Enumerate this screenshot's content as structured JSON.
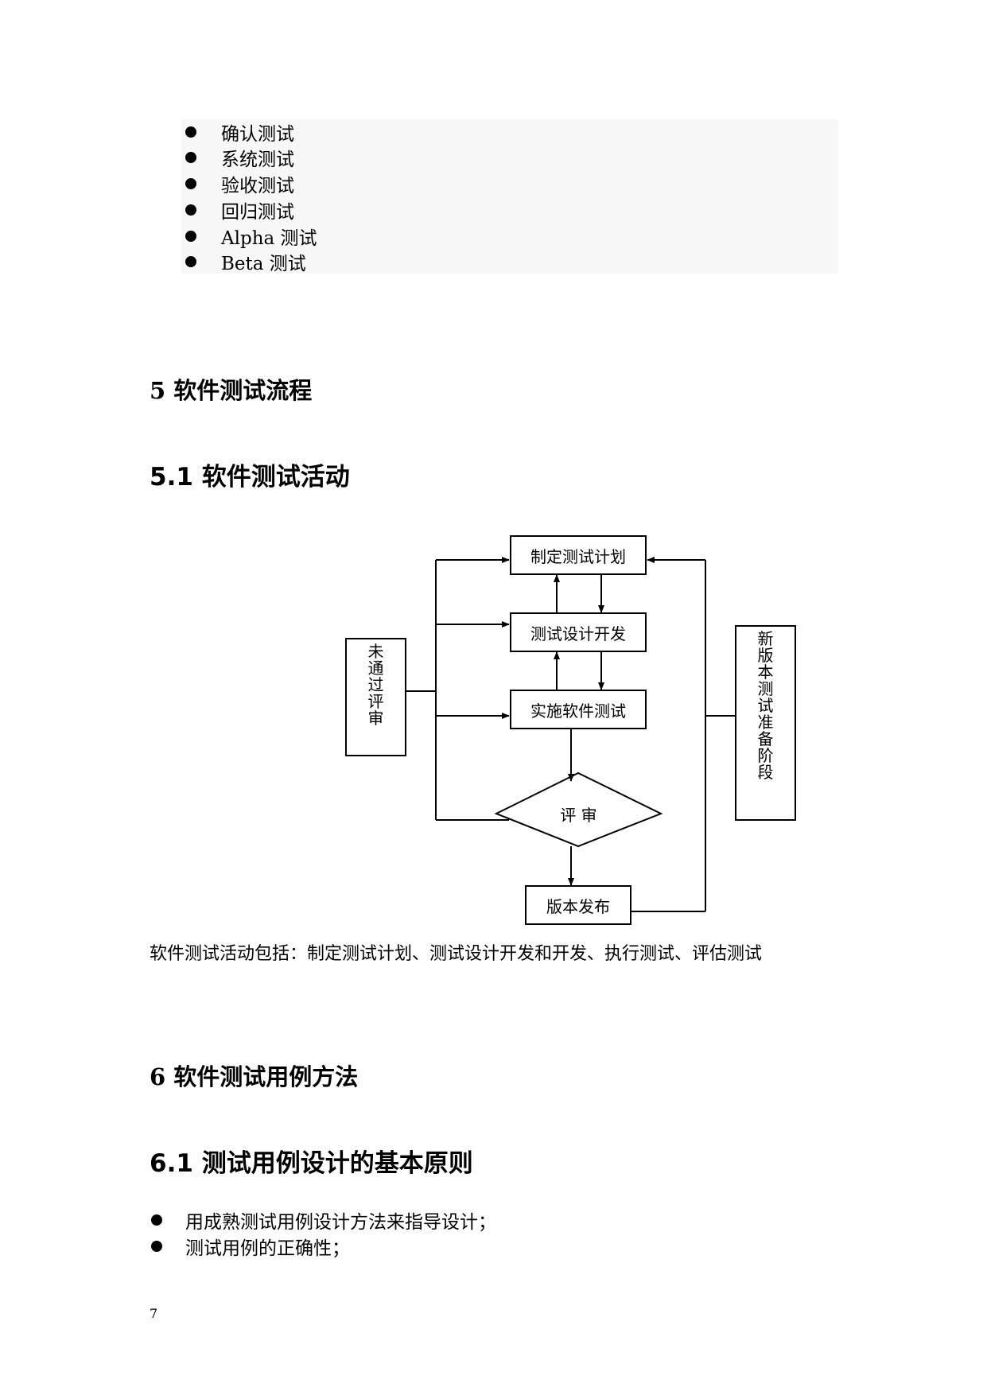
{
  "test_types": [
    "确认测试",
    "系统测试",
    "验收测试",
    "回归测试",
    "Alpha 测试",
    "Beta 测试"
  ],
  "section5": {
    "title": "5 软件测试流程"
  },
  "section5_1": {
    "title": "5.1 软件测试活动"
  },
  "flowchart": {
    "plan": "制定测试计划",
    "design": "测试设计开发",
    "execute": "实施软件测试",
    "review": "评 审",
    "release": "版本发布",
    "failed_review": [
      "未",
      "通",
      "过",
      "评",
      "审"
    ],
    "new_version_prep": [
      "新",
      "版",
      "本",
      "测",
      "试",
      "准",
      "备",
      "阶",
      "段"
    ]
  },
  "activities_text": "软件测试活动包括：制定测试计划、测试设计开发和开发、执行测试、评估测试",
  "section6": {
    "title": "6 软件测试用例方法"
  },
  "section6_1": {
    "title": "6.1 测试用例设计的基本原则"
  },
  "principles": [
    "用成熟测试用例设计方法来指导设计；",
    "测试用例的正确性；"
  ],
  "page_number": "7"
}
